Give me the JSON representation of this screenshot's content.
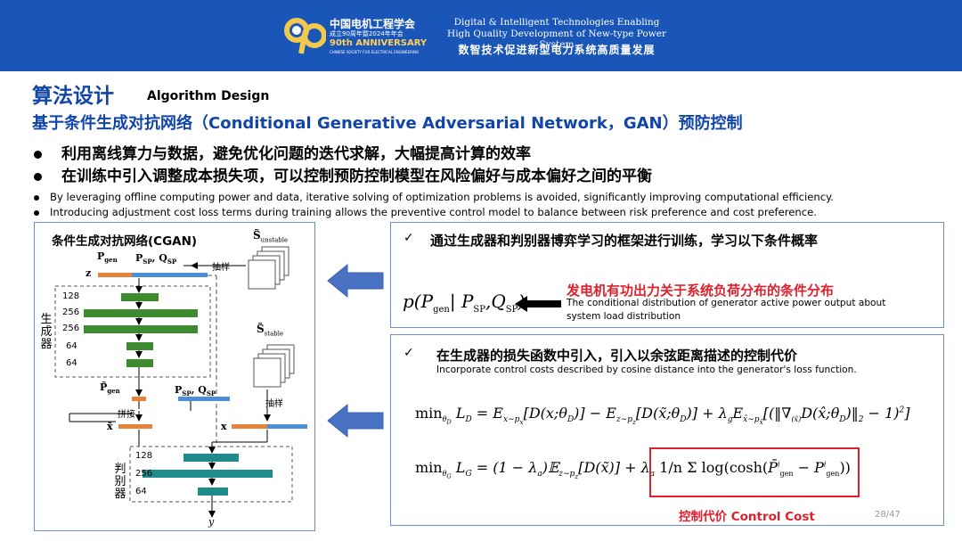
{
  "banner": {
    "logo_mark": "90",
    "org_cn": "中国电机工程学会",
    "org_sub": "成立90周年暨2024年年会",
    "anniv": "90th ANNIVERSARY",
    "org_en_tiny": "CHINESE SOCIETY FOR ELECTRICAL ENGINEERING",
    "slogan_en_1": "Digital & Intelligent Technologies Enabling",
    "slogan_en_2": "High Quality Development of New-type Power System",
    "slogan_cn": "数智技术促进新型电力系统高质量发展",
    "color": "#1a55b8"
  },
  "title": {
    "main": "算法设计",
    "main_en": "Algorithm Design",
    "sub": "基于条件生成对抗网络（Conditional Generative Adversarial Network，GAN）预防控制"
  },
  "bullets_cn": [
    "利用离线算力与数据，避免优化问题的迭代求解，大幅提高计算的效率",
    "在训练中引入调整成本损失项，可以控制预防控制模型在风险偏好与成本偏好之间的平衡"
  ],
  "bullets_en": [
    "By leveraging offline computing power and data, iterative solving of optimization problems is avoided, significantly improving computational efficiency.",
    "Introducing adjustment cost loss terms during training allows the preventive control model to balance between risk preference and cost preference."
  ],
  "diagram": {
    "title": "条件生成对抗网络(CGAN)",
    "generator_label": "生成器",
    "discriminator_label": "判别器",
    "sample_label_1": "抽样",
    "sample_label_2": "抽样",
    "concat_label": "拼接",
    "s_unstable": "S̃",
    "s_unstable_sub": "unstable",
    "s_stable": "S̃",
    "s_stable_sub": "stable",
    "top_p_gen": "P",
    "top_p_gen_sub": "gen",
    "top_cond": "P",
    "top_cond_sub": "SP",
    "top_cond_mid": ", Q",
    "top_cond_sub2": "SP",
    "z": "z",
    "x": "x",
    "x_tilde": "x̃",
    "y": "y",
    "p_gen_out": "P̃",
    "p_gen_out_sub": "gen",
    "mid_cond": "P",
    "mid_cond_sub": "SP",
    "mid_cond_mid": ", Q",
    "mid_cond_sub2": "SP",
    "gen_layers": [
      "128",
      "256",
      "256",
      "64",
      "64"
    ],
    "disc_layers": [
      "128",
      "256",
      "64"
    ],
    "gen_color": "#3d8a2f",
    "disc_color": "#1e8c8c"
  },
  "right_top": {
    "heading": "通过生成器和判别器博弈学习的框架进行训练，学习以下条件概率",
    "formula": "p(Pgen | PSP, QSP)",
    "red_note": "发电机有功出力关于系统负荷分布的条件分布",
    "note_en_1": "The conditional distribution of generator active power output  about",
    "note_en_2": "system load distribution"
  },
  "right_bottom": {
    "heading": "在生成器的损失函数中引入，引入以余弦距离描述的控制代价",
    "heading_en": "Incorporate control costs described by cosine distance into the generator's loss function.",
    "eq_d": "min L_D = E[D(x;θ_D)] − E[D(x̃;θ_D)] + λ_g E[(‖∇D(x̂;θ_D)‖₂ − 1)²]",
    "eq_g": "min L_G = (1 − λ_a) E[D(x̃)] + λ_a (1/n) Σ log(cosh(P̄gen − Pgen))",
    "cost_label": "控制代价 Control Cost"
  },
  "page": "28/47"
}
